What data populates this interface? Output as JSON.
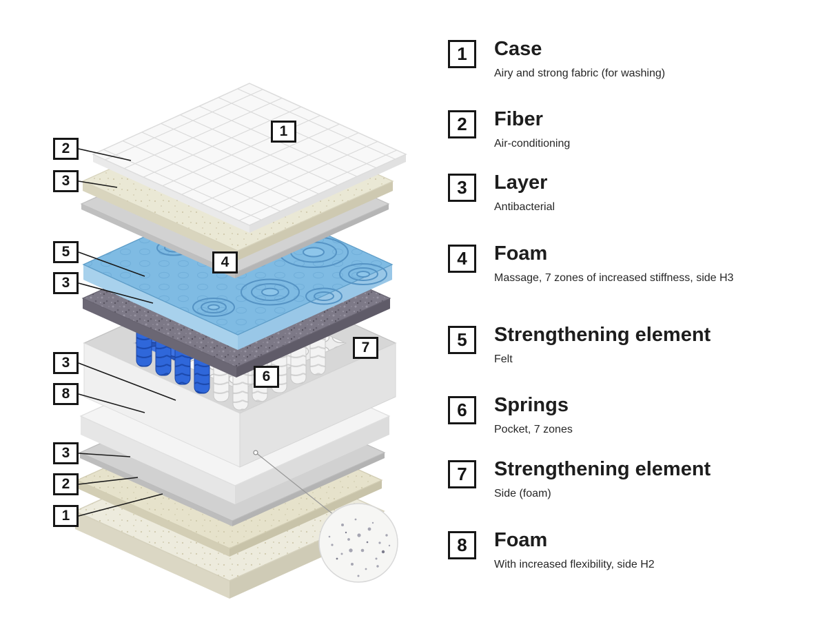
{
  "diagram": {
    "left_labels": [
      "2",
      "3",
      "5",
      "3",
      "3",
      "8",
      "3",
      "2",
      "1"
    ],
    "layer_labels": [
      "1",
      "4",
      "6",
      "7"
    ]
  },
  "legend": {
    "items": [
      {
        "number": "1",
        "title": "Case",
        "description": "Airy and strong fabric (for washing)"
      },
      {
        "number": "2",
        "title": "Fiber",
        "description": "Air-conditioning"
      },
      {
        "number": "3",
        "title": "Layer",
        "description": "Antibacterial"
      },
      {
        "number": "4",
        "title": "Foam",
        "description": "Massage, 7 zones of increased stiffness, side H3"
      },
      {
        "number": "5",
        "title": "Strengthening element",
        "description": "Felt"
      },
      {
        "number": "6",
        "title": "Springs",
        "description": "Pocket, 7 zones"
      },
      {
        "number": "7",
        "title": "Strengthening element",
        "description": "Side (foam)"
      },
      {
        "number": "8",
        "title": "Foam",
        "description": "With increased flexibility, side H2"
      }
    ]
  },
  "colors": {
    "massage_foam_blue": "#7fbbe3",
    "spring_blue": "#2f67da",
    "fiber_cream": "#eae8d5",
    "felt_dark": "#7d7987",
    "label_border": "#161616"
  }
}
